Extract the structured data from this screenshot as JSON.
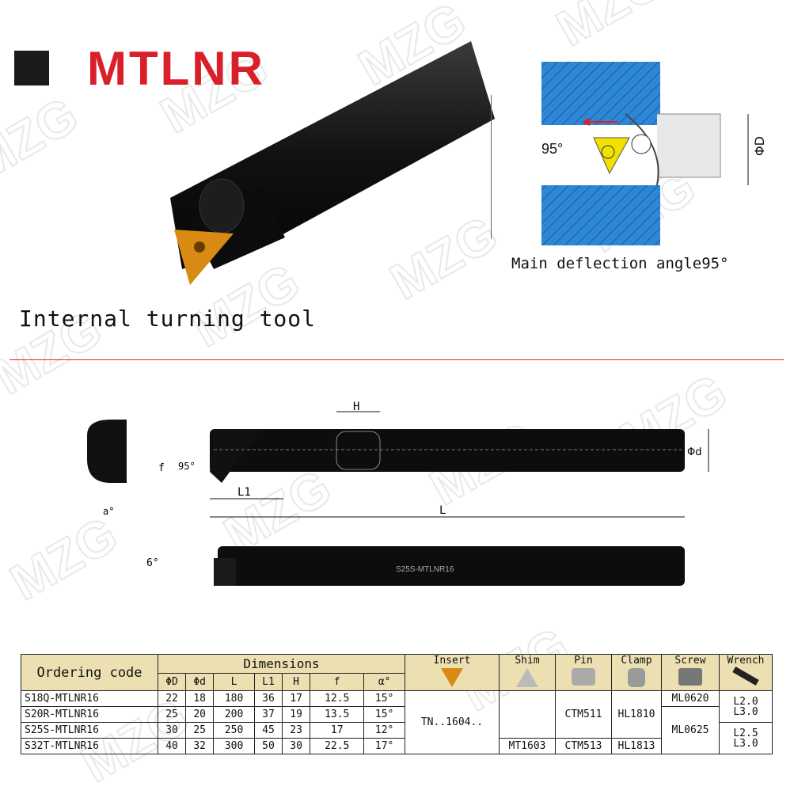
{
  "brand": {
    "watermark": "MZG"
  },
  "title": "MTLNR",
  "subtitle": "Internal turning tool",
  "diagram": {
    "angle_label": "95°",
    "dimension_label": "ΦD",
    "caption": "Main deflection angle95°"
  },
  "drawing": {
    "h_label": "H",
    "d_label": "Φd",
    "f_label": "f",
    "angle_label": "95°",
    "l1_label": "L1",
    "l_label": "L",
    "alpha_label": "a°",
    "six_label": "6°",
    "bar_marking": "S25S-MTLNR16"
  },
  "table": {
    "ordering_code_header": "Ordering code",
    "dimensions_header": "Dimensions",
    "dim_columns": [
      "ΦD",
      "Φd",
      "L",
      "L1",
      "H",
      "f",
      "α°"
    ],
    "insert_header": "Insert",
    "shim_header": "Shim",
    "pin_header": "Pin",
    "clamp_header": "Clamp",
    "screw_header": "Screw",
    "wrench_header": "Wrench",
    "rows": [
      {
        "code": "S18Q-MTLNR16",
        "dims": [
          "22",
          "18",
          "180",
          "36",
          "17",
          "12.5",
          "15°"
        ]
      },
      {
        "code": "S20R-MTLNR16",
        "dims": [
          "25",
          "20",
          "200",
          "37",
          "19",
          "13.5",
          "15°"
        ]
      },
      {
        "code": "S25S-MTLNR16",
        "dims": [
          "30",
          "25",
          "250",
          "45",
          "23",
          "17",
          "12°"
        ]
      },
      {
        "code": "S32T-MTLNR16",
        "dims": [
          "40",
          "32",
          "300",
          "50",
          "30",
          "22.5",
          "17°"
        ]
      }
    ],
    "insert_value": "TN..1604..",
    "shim_value": "MT1603",
    "pin_values": [
      "CTM511",
      "CTM513"
    ],
    "clamp_values": [
      "HL1810",
      "HL1813"
    ],
    "screw_values": [
      "ML0620",
      "ML0625"
    ],
    "wrench_values": [
      "L2.0",
      "L3.0",
      "L2.5",
      "L3.0"
    ]
  },
  "colors": {
    "accent_red": "#d8202a",
    "table_header_bg": "#ece0b3",
    "blue_block": "#2e86d6",
    "insert_yellow": "#f2e100"
  }
}
